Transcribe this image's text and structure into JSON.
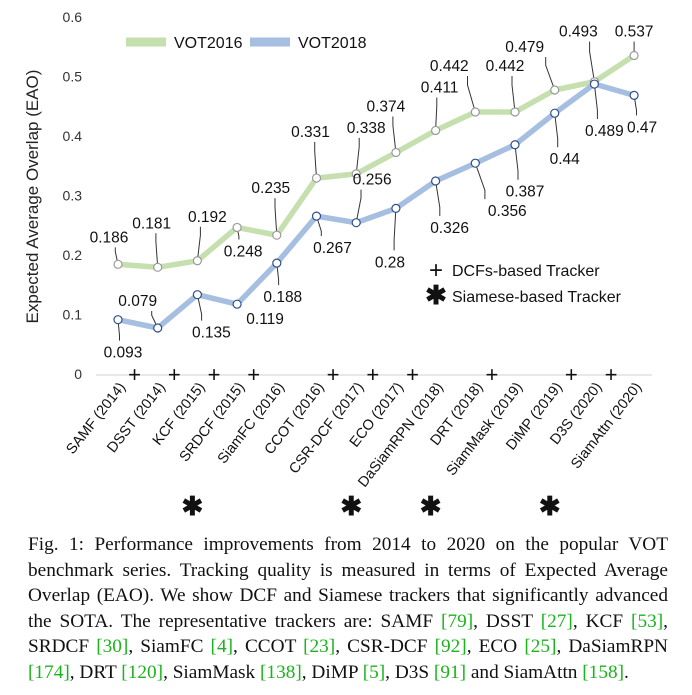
{
  "chart_data": {
    "type": "line",
    "ylabel": "Expected Average Overlap (EAO)",
    "ylim": [
      0,
      0.6
    ],
    "yticks": [
      "0",
      "0.1",
      "0.2",
      "0.3",
      "0.4",
      "0.5",
      "0.6"
    ],
    "grid": false,
    "legend_position": "top-left",
    "categories": [
      "SAMF (2014)",
      "DSST (2014)",
      "KCF (2015)",
      "SRDCF (2015)",
      "SiamFC (2016)",
      "CCOT (2016)",
      "CSR-DCF (2017)",
      "ECO (2017)",
      "DaSiamRPN (2018)",
      "DRT (2018)",
      "SiamMask (2019)",
      "DiMP (2019)",
      "D3S (2020)",
      "SiamAttn (2020)"
    ],
    "tracker_family": [
      "DCF",
      "DCF",
      "DCF",
      "DCF",
      "Siamese",
      "DCF",
      "DCF",
      "DCF",
      "Siamese",
      "DCF",
      "Siamese",
      "DCF",
      "DCF",
      "Siamese"
    ],
    "series": [
      {
        "name": "VOT2016",
        "color": "#c5dfae",
        "values": [
          0.186,
          0.181,
          0.192,
          0.248,
          0.235,
          0.331,
          0.338,
          0.374,
          0.411,
          0.442,
          0.442,
          0.479,
          0.493,
          0.537
        ],
        "labels": [
          "0.186",
          "0.181",
          "0.192",
          "0.248",
          "0.235",
          "0.331",
          "0.338",
          "0.374",
          "0.411",
          "0.442",
          "0.442",
          "0.479",
          "0.493",
          "0.537"
        ]
      },
      {
        "name": "VOT2018",
        "color": "#a6bfe0",
        "values": [
          0.093,
          0.079,
          0.135,
          0.119,
          0.188,
          0.267,
          0.256,
          0.28,
          0.326,
          0.356,
          0.387,
          0.44,
          0.489,
          0.47
        ],
        "labels": [
          "0.093",
          "0.079",
          "0.135",
          "0.119",
          "0.188",
          "0.267",
          "0.256",
          "0.28",
          "0.326",
          "0.356",
          "0.387",
          "0.44",
          "0.489",
          "0.47"
        ]
      }
    ],
    "marker_legend": [
      {
        "symbol": "+",
        "label": "DCFs-based Tracker"
      },
      {
        "symbol": "✱",
        "label": "Siamese-based Tracker"
      }
    ]
  },
  "caption": {
    "parts": [
      {
        "t": "Fig. 1: Performance improvements from 2014 to 2020 on the popular VOT benchmark series. Tracking quality is measured in terms of Expected Average Overlap (EAO). We show DCF and Siamese trackers that significantly advanced the SOTA. The representative trackers are: SAMF "
      },
      {
        "t": "[79]",
        "ref": true
      },
      {
        "t": ", DSST "
      },
      {
        "t": "[27]",
        "ref": true
      },
      {
        "t": ", KCF "
      },
      {
        "t": "[53]",
        "ref": true
      },
      {
        "t": ", SRDCF "
      },
      {
        "t": "[30]",
        "ref": true
      },
      {
        "t": ", SiamFC "
      },
      {
        "t": "[4]",
        "ref": true
      },
      {
        "t": ", CCOT "
      },
      {
        "t": "[23]",
        "ref": true
      },
      {
        "t": ", CSR-DCF "
      },
      {
        "t": "[92]",
        "ref": true
      },
      {
        "t": ", ECO "
      },
      {
        "t": "[25]",
        "ref": true
      },
      {
        "t": ", DaSiamRPN "
      },
      {
        "t": "[174]",
        "ref": true
      },
      {
        "t": ", DRT "
      },
      {
        "t": "[120]",
        "ref": true
      },
      {
        "t": ", SiamMask "
      },
      {
        "t": "[138]",
        "ref": true
      },
      {
        "t": ", DiMP "
      },
      {
        "t": "[5]",
        "ref": true
      },
      {
        "t": ", D3S "
      },
      {
        "t": "[91]",
        "ref": true
      },
      {
        "t": " and SiamAttn "
      },
      {
        "t": "[158]",
        "ref": true
      },
      {
        "t": "."
      }
    ]
  }
}
